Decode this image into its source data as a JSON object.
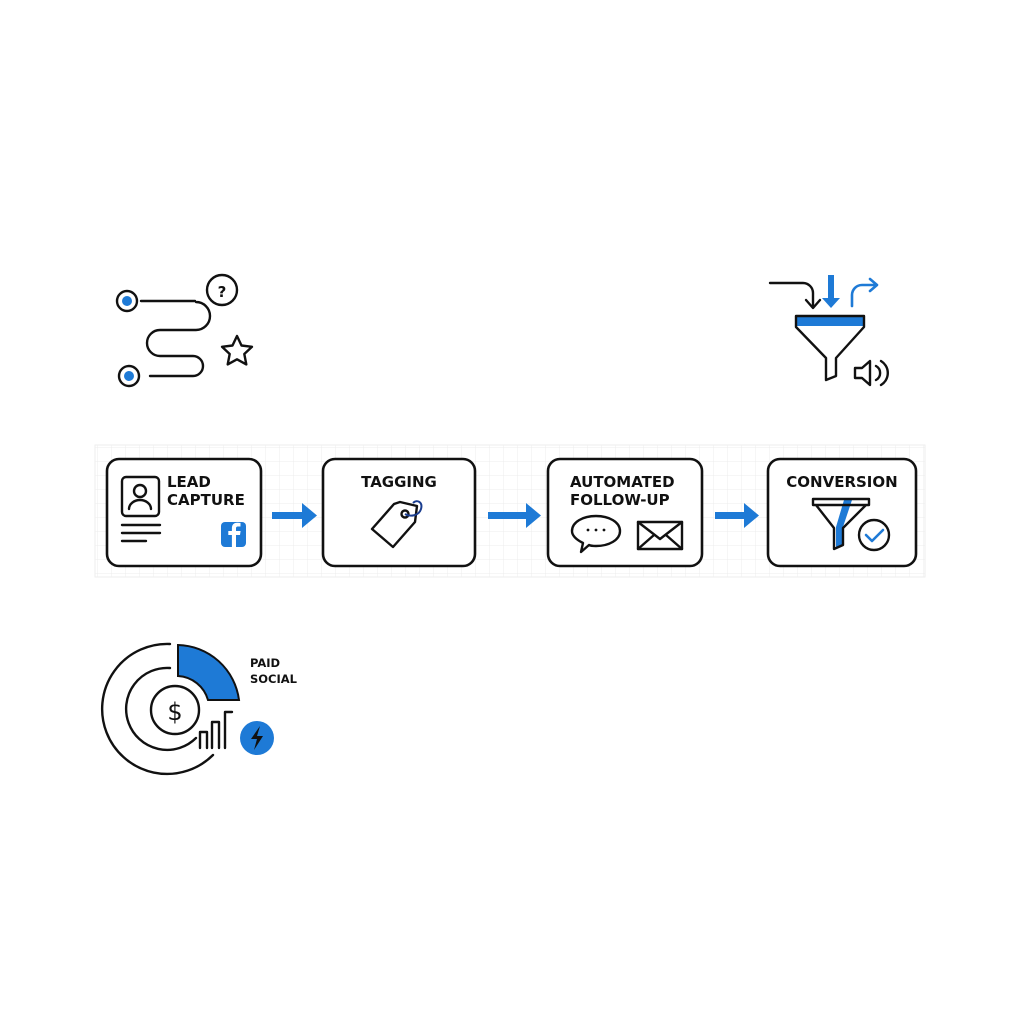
{
  "colors": {
    "accent": "#1e7ad6",
    "stroke": "#111111",
    "grid": "#eeeeee"
  },
  "flow": {
    "steps": [
      {
        "line1": "LEAD",
        "line2": "CAPTURE",
        "icons": [
          "profile-card-icon",
          "facebook-icon"
        ]
      },
      {
        "line1": "TAGGING",
        "icons": [
          "tag-icon"
        ]
      },
      {
        "line1": "AUTOMATED",
        "line2": "FOLLOW-UP",
        "icons": [
          "chat-bubble-icon",
          "envelope-icon"
        ]
      },
      {
        "line1": "CONVERSION",
        "icons": [
          "funnel-icon",
          "check-circle-icon"
        ]
      }
    ]
  },
  "paid_social": {
    "line1": "PAID",
    "line2": "SOCIAL",
    "currency": "$"
  },
  "journey_icon": {
    "question": "?"
  }
}
